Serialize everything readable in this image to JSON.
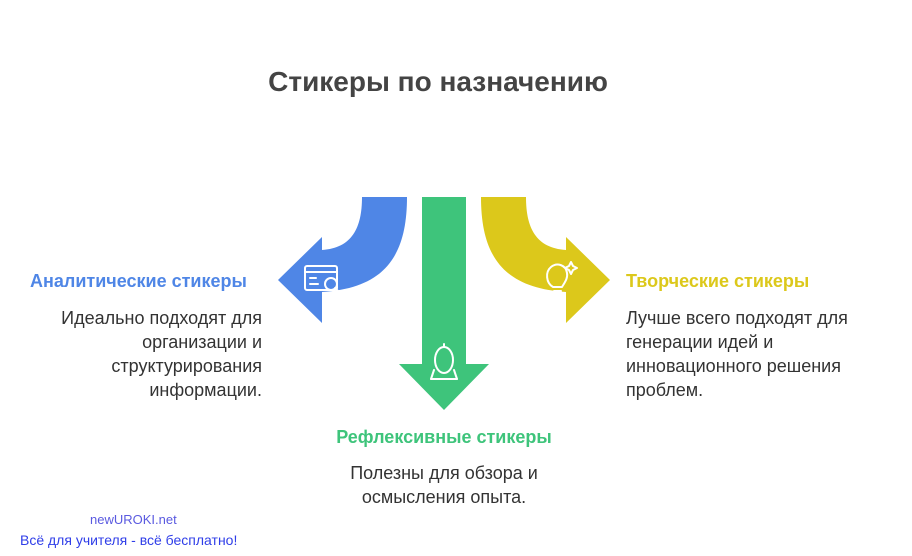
{
  "title": "Стикеры по назначению",
  "colors": {
    "analytic": "#4f86e6",
    "reflexive": "#3ec47b",
    "creative": "#dcc81b",
    "title": "#444444",
    "text": "#333333"
  },
  "items": [
    {
      "label": "Аналитические стикеры",
      "description": [
        "Идеально подходят для",
        "организации и",
        "структурирования",
        "информации."
      ],
      "icon": "search-document-icon"
    },
    {
      "label": "Рефлексивные стикеры",
      "description": [
        "Полезны для обзора и",
        "осмысления опыта."
      ],
      "icon": "mirror-icon"
    },
    {
      "label": "Творческие стикеры",
      "description": [
        "Лучше всего подходят для",
        "генерации идей и",
        "инновационного решения",
        "проблем."
      ],
      "icon": "lightbulb-icon"
    }
  ],
  "watermark": {
    "line1": "newUROKI.net",
    "line2": "Всё для учителя - всё бесплатно!"
  }
}
